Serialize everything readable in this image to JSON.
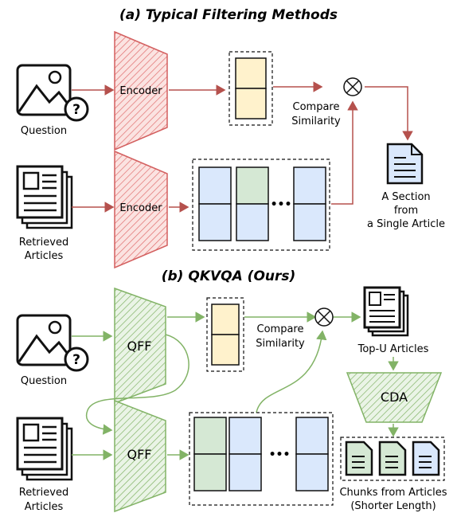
{
  "panel_a": {
    "title": "(a) Typical Filtering Methods",
    "question_label": "Question",
    "articles_label_1": "Retrieved",
    "articles_label_2": "Articles",
    "encoder_top": "Encoder",
    "encoder_bottom": "Encoder",
    "compare_1": "Compare",
    "compare_2": "Similarity",
    "output_1": "A Section",
    "output_2": "from",
    "output_3": "a Single Article",
    "ellipsis": "•••"
  },
  "panel_b": {
    "title": "(b) QKVQA (Ours)",
    "question_label": "Question",
    "articles_label_1": "Retrieved",
    "articles_label_2": "Articles",
    "qff_top": "QFF",
    "qff_bottom": "QFF",
    "compare_1": "Compare",
    "compare_2": "Similarity",
    "top_u": "Top-U Articles",
    "cda": "CDA",
    "chunks_1": "Chunks from Articles",
    "chunks_2": "(Shorter Length)",
    "ellipsis": "•••"
  },
  "colors": {
    "red_arrow": "#b5514d",
    "green_arrow": "#82b366",
    "encoder_fill": "#f4c7c3",
    "qff_fill": "#d5e8d4",
    "yellow": "#fff2cc",
    "blue": "#dae8fc",
    "green_cell": "#d5e8d4"
  }
}
